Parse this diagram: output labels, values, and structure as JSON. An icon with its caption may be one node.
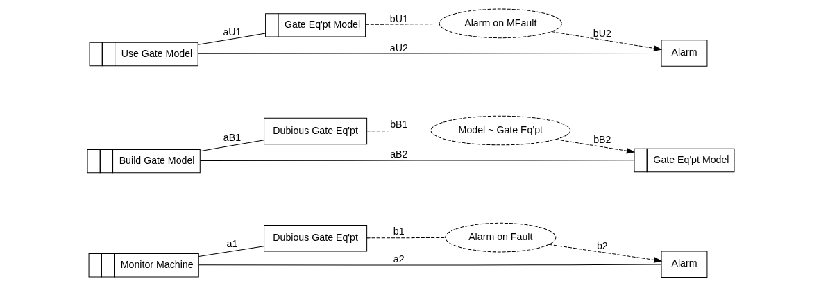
{
  "diagram": {
    "nodes": [
      {
        "text": [
          "Monitor Machine"
        ]
      },
      {
        "text": [
          "Dubious Gate Eq'pt"
        ]
      },
      {
        "text": [
          "Alarm"
        ]
      },
      {
        "text": [
          "Alarm on Fault"
        ]
      },
      {
        "text": [
          "Build Gate Model"
        ]
      },
      {
        "text": [
          "Dubious Gate Eq'pt"
        ]
      },
      {
        "text": [
          "Gate Eq'pt Model"
        ]
      },
      {
        "text": [
          "Model ~ Gate Eq'pt"
        ]
      },
      {
        "text": [
          "Use Gate Model"
        ]
      },
      {
        "text": [
          "Gate Eq'pt Model"
        ]
      },
      {
        "text": [
          "Alarm"
        ]
      },
      {
        "text": [
          "Alarm on MFault"
        ]
      }
    ],
    "edges": [
      {
        "from": 0,
        "to": 1,
        "arrow": "none",
        "label": "a1"
      },
      {
        "from": 0,
        "to": 2,
        "arrow": "none",
        "label": "a2"
      },
      {
        "from": 1,
        "to": 3,
        "arrow": "none",
        "label": "b1",
        "style": "dashed"
      },
      {
        "from": 3,
        "to": 2,
        "arrow": "to",
        "label": "b2",
        "style": "dashed"
      },
      {
        "from": 4,
        "to": 5,
        "arrow": "none",
        "label": "aB1"
      },
      {
        "from": 4,
        "to": 6,
        "arrow": "none",
        "label": "aB2"
      },
      {
        "from": 5,
        "to": 7,
        "arrow": "none",
        "label": "bB1",
        "style": "dashed"
      },
      {
        "from": 7,
        "to": 6,
        "arrow": "to",
        "label": "bB2",
        "style": "dashed"
      },
      {
        "from": 8,
        "to": 9,
        "arrow": "none",
        "label": "aU1"
      },
      {
        "from": 8,
        "to": 10,
        "arrow": "none",
        "label": "aU2"
      },
      {
        "from": 9,
        "to": 11,
        "arrow": "none",
        "label": "bU1",
        "style": "dashed"
      },
      {
        "from": 11,
        "to": 10,
        "arrow": "to",
        "label": "bU2",
        "style": "dashed"
      }
    ]
  }
}
